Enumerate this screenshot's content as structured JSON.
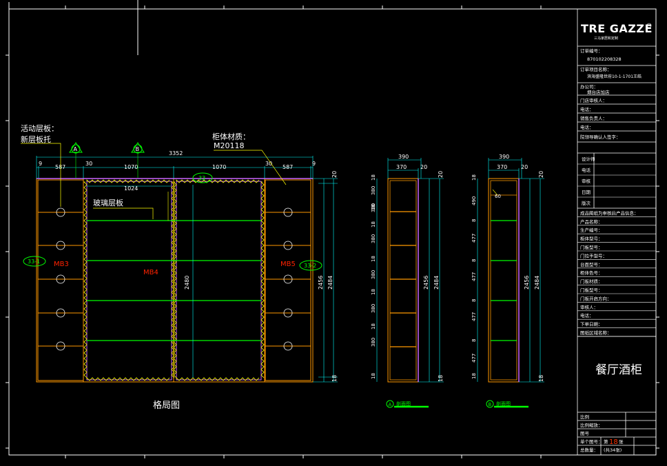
{
  "colors": {
    "frame": "#ffffff",
    "cabinet": "#ff9900",
    "shelf": "#00ff00",
    "dimension": "#00ffff",
    "annotation": "#ffff00",
    "tag": "#ff0000",
    "glass_edge": "#ffff00"
  },
  "left_notes": {
    "line1": "活动层板：",
    "line2": "新层板托"
  },
  "material_note": {
    "title": "柜体材质：",
    "code": "M20118"
  },
  "glass_note": "玻璃层板",
  "section_markers": [
    "A",
    "B"
  ],
  "front_view": {
    "overall_width": "3352",
    "top_dims": [
      "9",
      "587",
      "30",
      "1070",
      "1070",
      "30",
      "587",
      "9"
    ],
    "inner_width": "1024",
    "height_inner": "2480",
    "height_1": "2456",
    "height_2": "2484",
    "top_small": "20",
    "bottom_small": "18",
    "module_tags": [
      "MB3",
      "MB4",
      "MB5"
    ],
    "bubbles": [
      "33-1",
      "33",
      "33-2"
    ],
    "caption": "格局图"
  },
  "section_a": {
    "widths": [
      "390",
      "370",
      "20"
    ],
    "left_dims": [
      "18",
      "380",
      "18",
      "380",
      "18",
      "380",
      "18",
      "380",
      "18",
      "380",
      "18",
      "380",
      "18"
    ],
    "heights": [
      "2456",
      "2484",
      "20",
      "18"
    ],
    "caption": "剖面图"
  },
  "section_b": {
    "widths": [
      "390",
      "370",
      "20"
    ],
    "left_dims": [
      "18",
      "490",
      "8",
      "477",
      "8",
      "477",
      "8",
      "477",
      "8",
      "477",
      "18"
    ],
    "heights": [
      "2456",
      "2484",
      "20",
      "18",
      "60"
    ],
    "caption": "剖面图"
  },
  "title_block": {
    "brand": "TRE GAZZE",
    "brand_sub": "三马家居和定制",
    "order_label": "订单编号：",
    "order_no": "870102208328",
    "project_label": "订单项目名称：",
    "project_name": "滨海盛隆世府10-1-1701王皓",
    "shop_label": "办公司：",
    "shop_name": "烟台店加店",
    "rows": [
      "门店审核人：",
      "电话：",
      "销售负责人：",
      "电话：",
      "院领导确认人签字："
    ],
    "design_rows": [
      "设计师",
      "电话",
      "审核",
      "日期",
      "版次"
    ],
    "info_rows": [
      "成品图纸为审核后产品信息：",
      "产品名称：",
      "生产编号：",
      "柜体型号：",
      "门板型号：",
      "门拉手型号：",
      "台面型号：",
      "柜体色号：",
      "门板材质：",
      "门板型号：",
      "门板开启方向：",
      "审核人：",
      "电话：",
      "下单日期：",
      "图纸区域名称："
    ],
    "drawing_title": "餐厅酒柜",
    "footer_rows": [
      "比例",
      "比例缩放：",
      "图号"
    ],
    "page_label": "单个图号：",
    "page_prefix": "第",
    "page_no": "18",
    "page_suffix": "张",
    "total_label": "总数量：",
    "total_pages": "(共34张)"
  }
}
